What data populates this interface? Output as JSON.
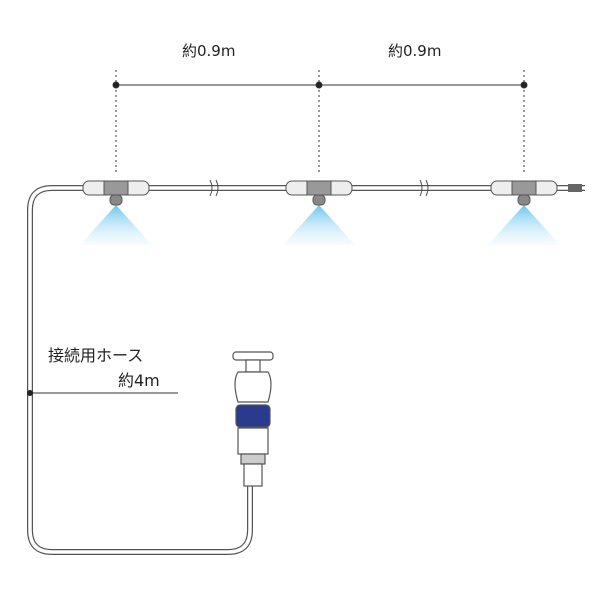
{
  "dimensions": {
    "spacing_1": "約0.9m",
    "spacing_2": "約0.9m"
  },
  "hose": {
    "name": "接続用ホース",
    "length": "約4m"
  },
  "colors": {
    "mist": "#8fd3f0",
    "coupler": "#2a3a8c",
    "line": "#333333"
  }
}
